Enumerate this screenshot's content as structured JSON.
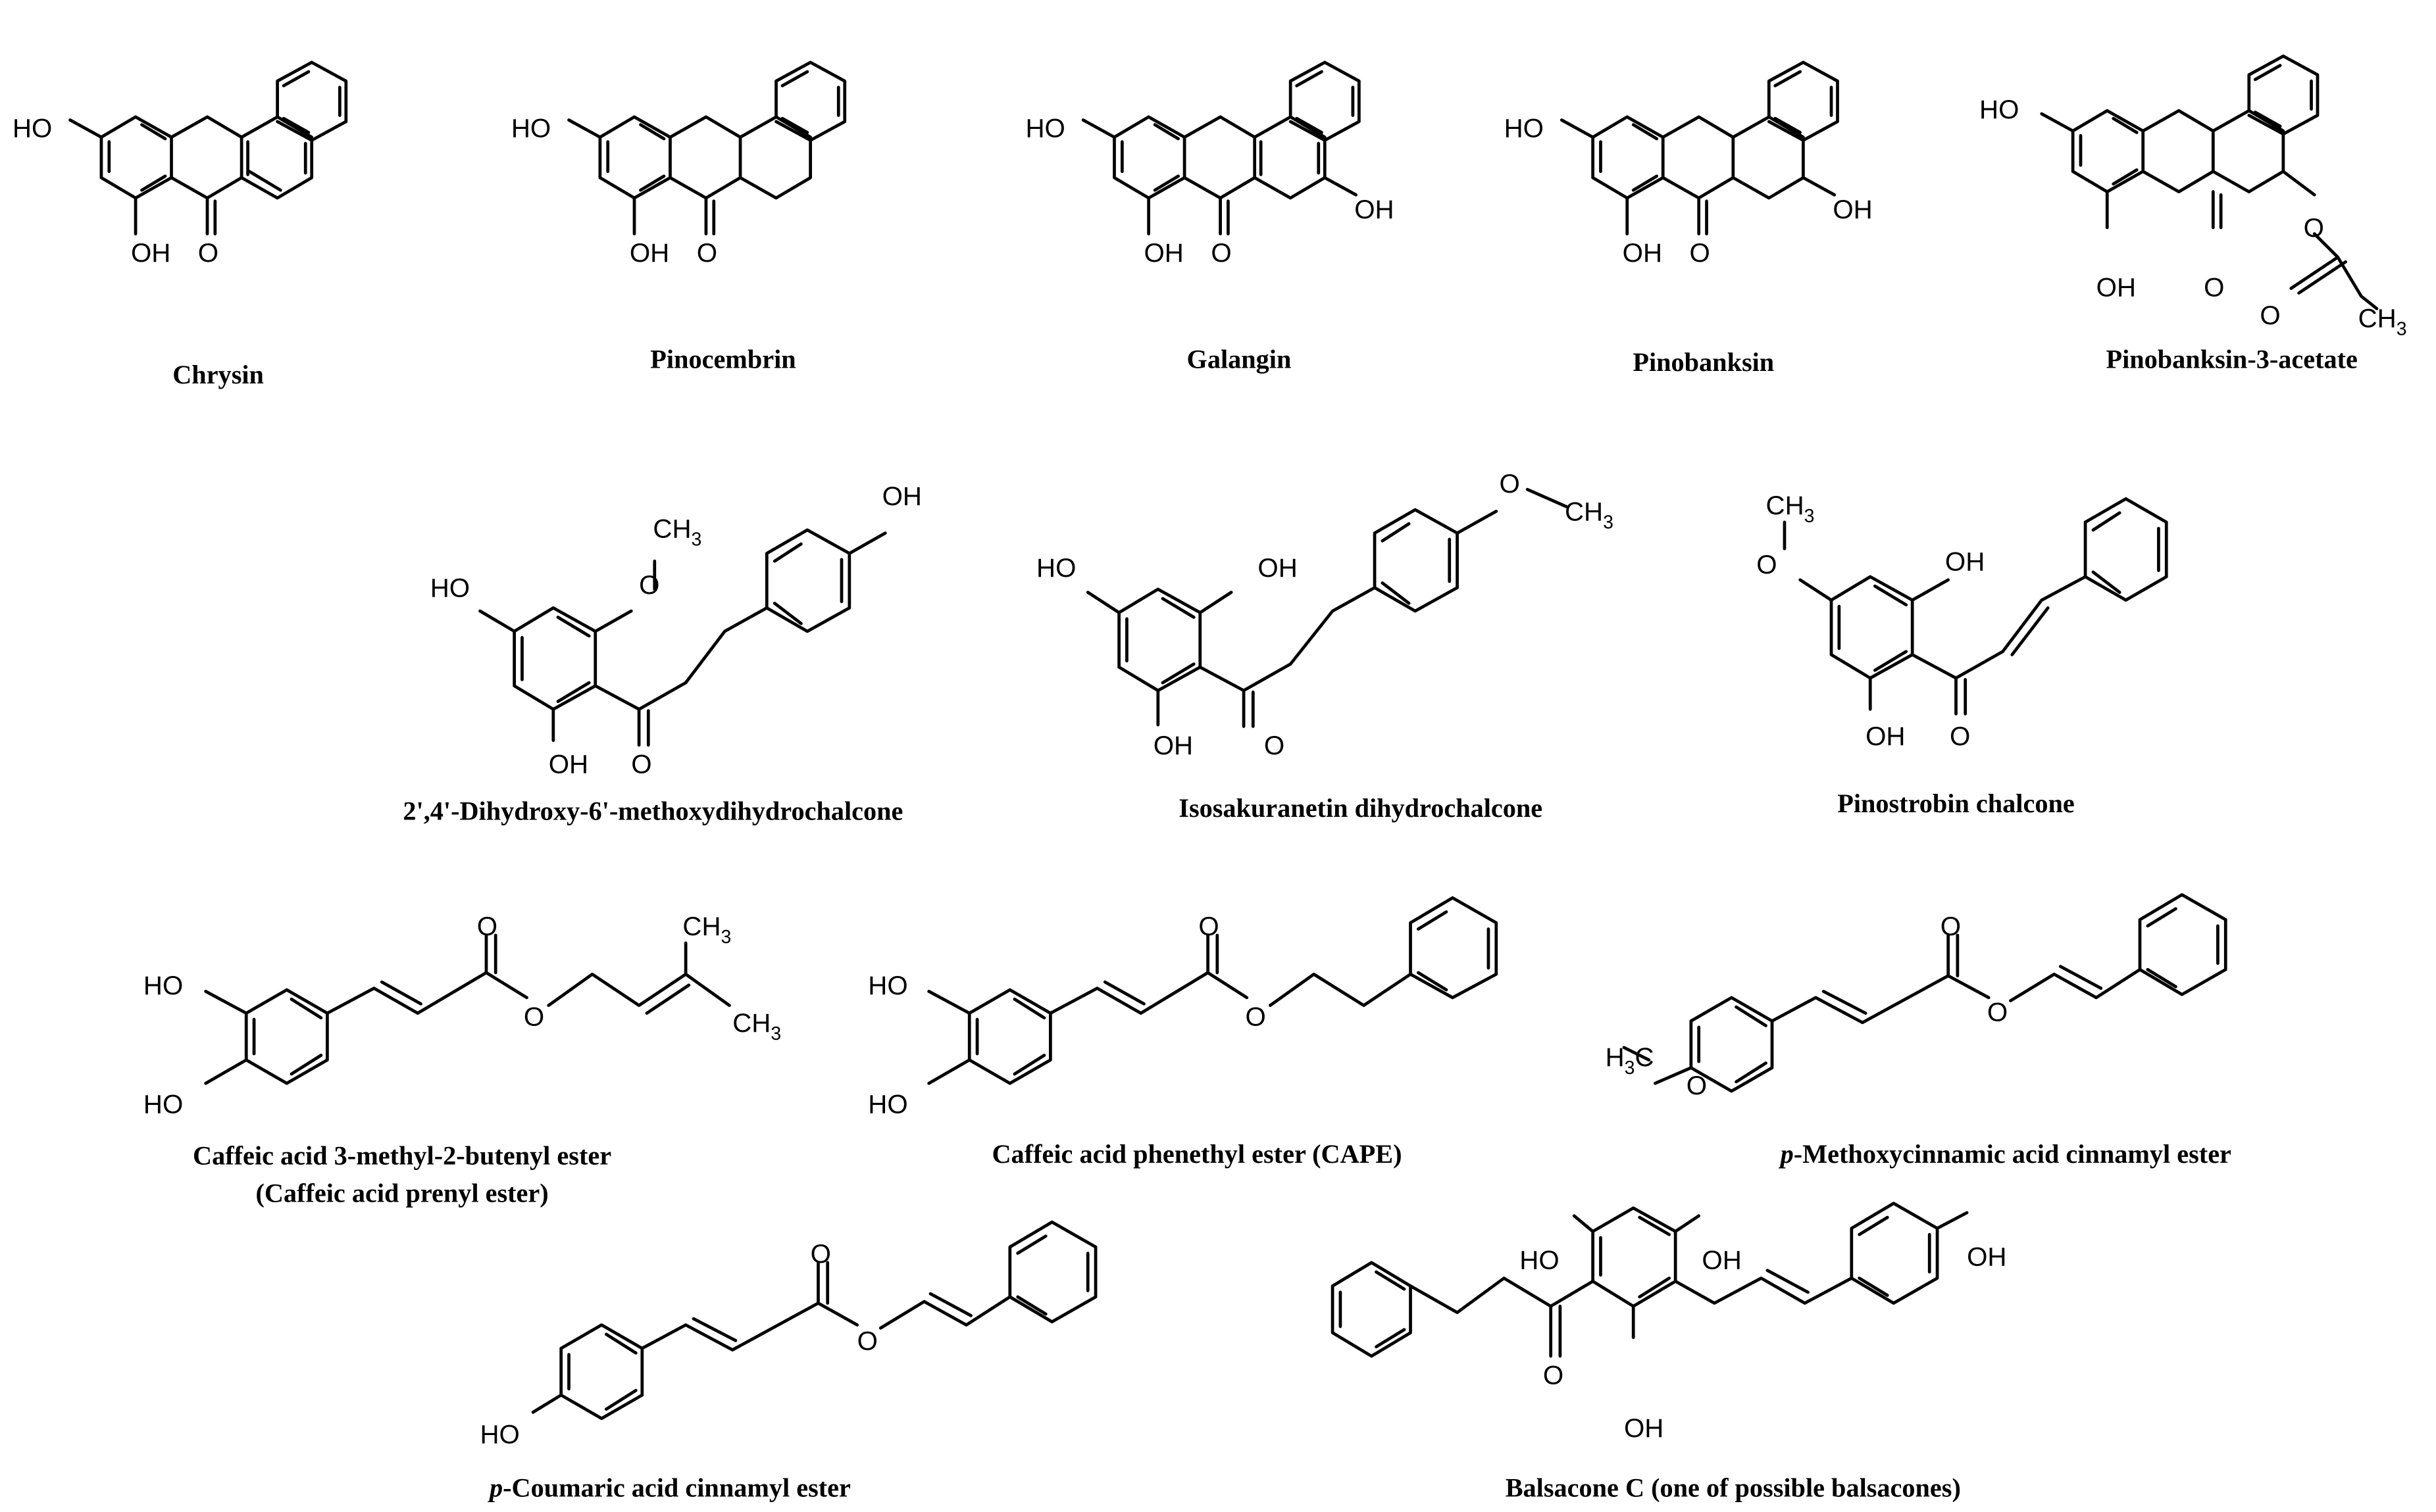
{
  "compounds": [
    {
      "name": "Chrysin"
    },
    {
      "name": "Pinocembrin"
    },
    {
      "name": "Galangin"
    },
    {
      "name": "Pinobanksin"
    },
    {
      "name": "Pinobanksin-3-acetate"
    },
    {
      "name": "2',4'-Dihydroxy-6'-methoxydihydrochalcone"
    },
    {
      "name": "Isosakuranetin dihydrochalcone"
    },
    {
      "name": "Pinostrobin chalcone"
    },
    {
      "name": "Caffeic acid 3-methyl-2-butenyl  ester",
      "name_line2": "(Caffeic acid prenyl  ester)"
    },
    {
      "name": "Caffeic acid phenethyl ester (CAPE)"
    },
    {
      "name_prefix": "p",
      "name": "-Methoxycinnamic  acid cinnamyl ester"
    },
    {
      "name_prefix": "p",
      "name": "-Coumaric acid cinnamyl  ester"
    },
    {
      "name": "Balsacone C (one of possible balsacones)"
    }
  ],
  "atom_labels": {
    "HO": "HO",
    "OH": "OH",
    "O": "O",
    "CH3": "CH",
    "sub3": "3",
    "H3C_H": "H",
    "H3C_C": "C"
  }
}
